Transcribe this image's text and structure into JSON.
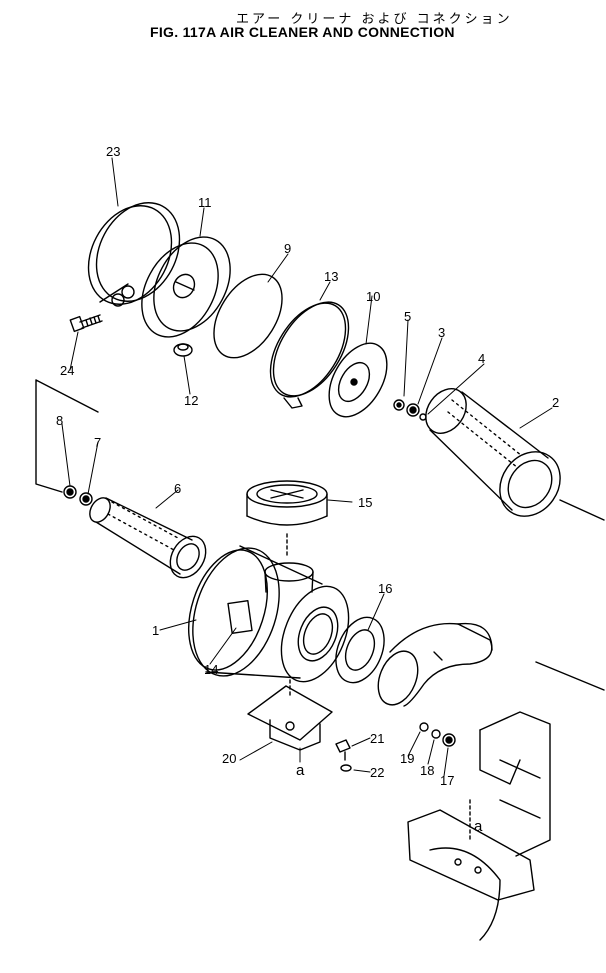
{
  "title": {
    "japanese": "エアー クリーナ および コネクション",
    "english": "FIG. 117A  AIR  CLEANER  AND  CONNECTION"
  },
  "parts": [
    {
      "number": "1"
    },
    {
      "number": "2"
    },
    {
      "number": "3"
    },
    {
      "number": "4"
    },
    {
      "number": "5"
    },
    {
      "number": "6"
    },
    {
      "number": "7"
    },
    {
      "number": "8"
    },
    {
      "number": "9"
    },
    {
      "number": "10"
    },
    {
      "number": "11"
    },
    {
      "number": "12"
    },
    {
      "number": "13"
    },
    {
      "number": "14"
    },
    {
      "number": "15"
    },
    {
      "number": "16"
    },
    {
      "number": "17"
    },
    {
      "number": "18"
    },
    {
      "number": "19"
    },
    {
      "number": "20"
    },
    {
      "number": "21"
    },
    {
      "number": "22"
    },
    {
      "number": "23"
    },
    {
      "number": "24"
    }
  ],
  "reference_marks": [
    "a",
    "a"
  ]
}
